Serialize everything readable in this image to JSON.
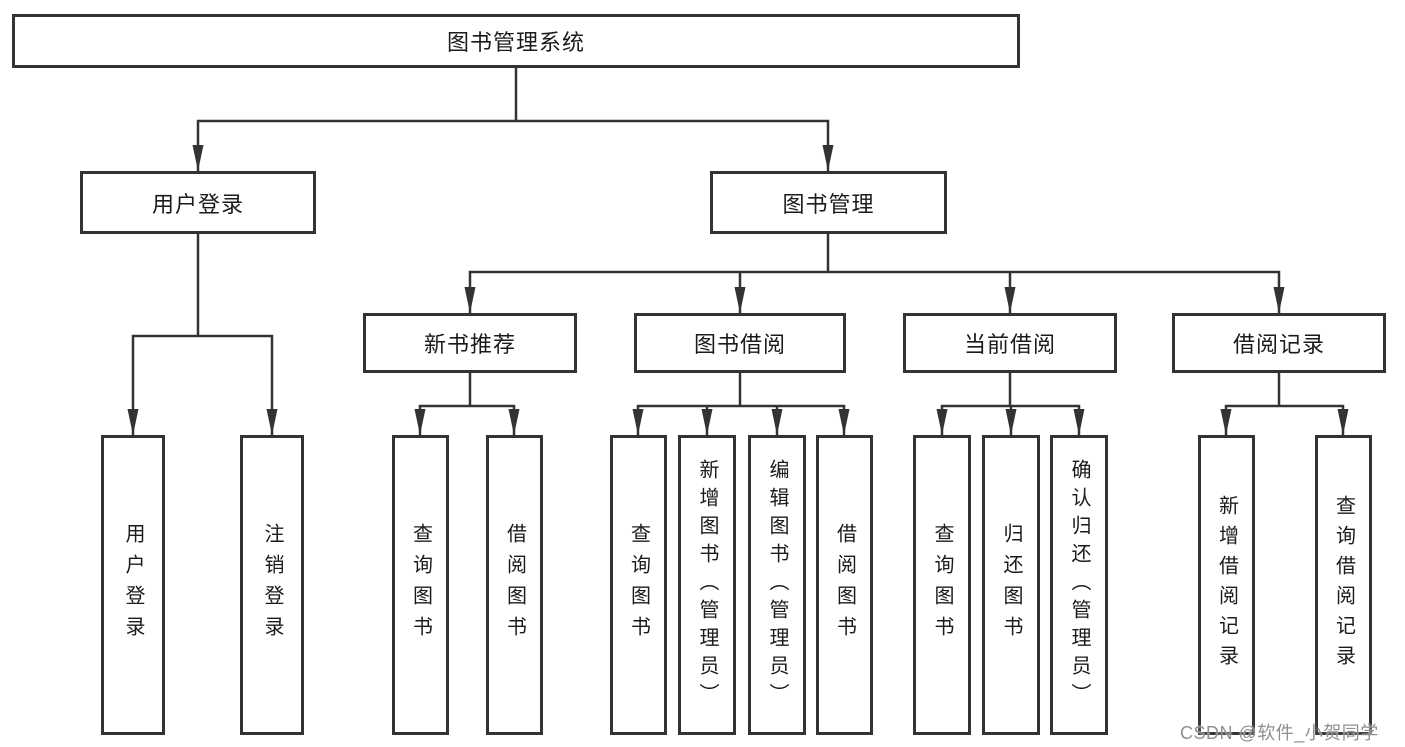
{
  "diagram": {
    "root": {
      "label": "图书管理系统"
    },
    "branches": [
      {
        "label": "用户登录",
        "children": [
          {
            "label": "用户登录"
          },
          {
            "label": "注销登录"
          }
        ]
      },
      {
        "label": "图书管理",
        "children": [
          {
            "label": "新书推荐",
            "children": [
              {
                "label": "查询图书"
              },
              {
                "label": "借阅图书"
              }
            ]
          },
          {
            "label": "图书借阅",
            "children": [
              {
                "label": "查询图书"
              },
              {
                "label": "新增图书（管理员）"
              },
              {
                "label": "编辑图书（管理员）"
              },
              {
                "label": "借阅图书"
              }
            ]
          },
          {
            "label": "当前借阅",
            "children": [
              {
                "label": "查询图书"
              },
              {
                "label": "归还图书"
              },
              {
                "label": "确认归还（管理员）"
              }
            ]
          },
          {
            "label": "借阅记录",
            "children": [
              {
                "label": "新增借阅记录"
              },
              {
                "label": "查询借阅记录"
              }
            ]
          }
        ]
      }
    ]
  },
  "watermark": {
    "text": "CSDN @软件_小贺同学"
  },
  "colors": {
    "line": "#333333",
    "box_border": "#333333",
    "box_bg": "#ffffff",
    "text": "#1b1b1b",
    "watermark": "#8f8f8f",
    "background": "#ffffff"
  }
}
